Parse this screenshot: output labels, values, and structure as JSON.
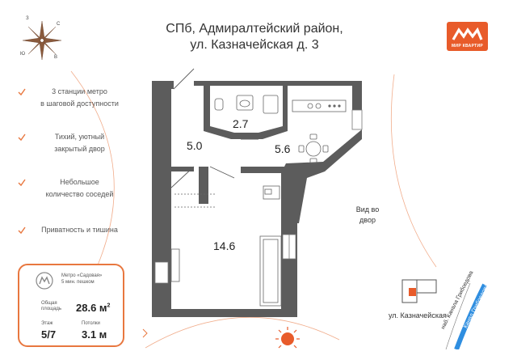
{
  "header": {
    "title_line1": "СПб, Адмиралтейский район,",
    "title_line2": "ул. Казначейская д. 3"
  },
  "logo": {
    "text": "МИР КВАРТИР",
    "color": "#e85b2a"
  },
  "compass": {
    "north": "З",
    "east": "С",
    "south": "В",
    "west": "Ю"
  },
  "features": [
    {
      "line1": "3 станции метро",
      "line2": "в шаговой доступности"
    },
    {
      "line1": "Тихий, уютный",
      "line2": "закрытый двор"
    },
    {
      "line1": "Небольшое",
      "line2": "количество соседей"
    },
    {
      "line1": "Приватность и тишина",
      "line2": ""
    }
  ],
  "info": {
    "metro_name": "Метро «Садовая»",
    "metro_walk": "5 мин. пешком",
    "area_label_1": "Общая",
    "area_label_2": "площадь",
    "area_value": "28.6 м",
    "area_sup": "2",
    "floor_label": "Этаж",
    "floor_value": "5/7",
    "ceiling_label": "Потолки",
    "ceiling_value": "3.1 м"
  },
  "rooms": [
    {
      "id": "bath",
      "area": "2.7"
    },
    {
      "id": "hall",
      "area": "5.0"
    },
    {
      "id": "kitchen",
      "area": "5.6"
    },
    {
      "id": "living",
      "area": "14.6"
    }
  ],
  "view": {
    "line1": "Вид во",
    "line2": "двор"
  },
  "map": {
    "street1": "ул. Казначейская",
    "street2": "наб. Канала Грибоедова",
    "street3": "Канал Грибоедова"
  },
  "colors": {
    "accent": "#e8773f",
    "wall": "#5c5c5c",
    "water": "#2f8ee0"
  }
}
